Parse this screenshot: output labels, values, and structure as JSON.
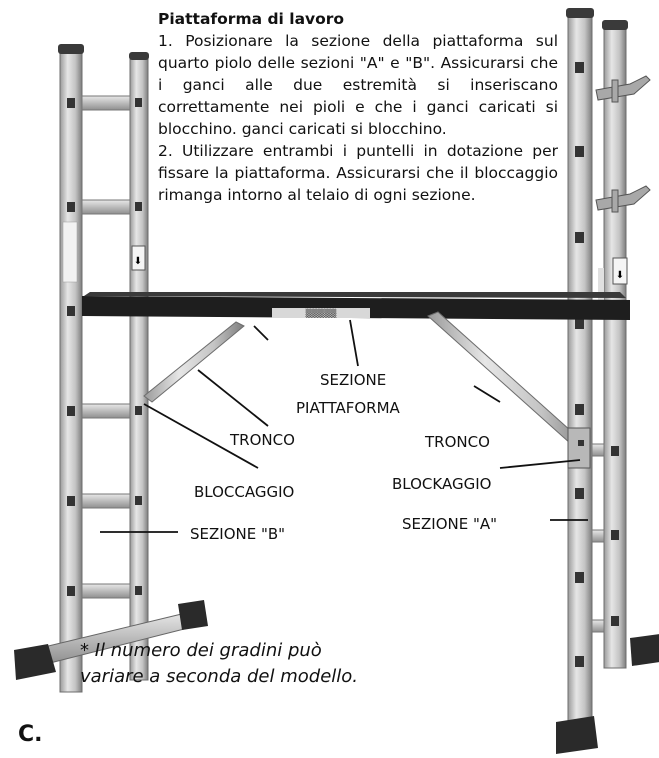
{
  "instructions": {
    "heading": "Piattaforma di lavoro",
    "step1": "1. Posizionare la sezione della piattaforma sul quarto piolo delle sezioni \"A\" e \"B\". Assicurarsi che i ganci alle due estremità si inseriscano correttamente nei pioli e che i ganci caricati si blocchino. ganci caricati si blocchino.",
    "step2": "2. Utilizzare entrambi i puntelli in dotazione per fissare la piattaforma. Assicurarsi che il bloccaggio rimanga intorno  al telaio di ogni sezione."
  },
  "labels": {
    "platform_line1": "SEZIONE",
    "platform_line2": "PIATTAFORMA",
    "tronco_left": "TRONCO",
    "tronco_right": "TRONCO",
    "bloccaggio": "BLOCCAGGIO",
    "blockaggio": "BLOCKAGGIO",
    "sezione_b": "SEZIONE \"B\"",
    "sezione_a": "SEZIONE \"A\""
  },
  "note": "* Il numero dei gradini può variare a seconda del modello.",
  "figure_letter": "C.",
  "colors": {
    "aluminium": "#c9c9c9",
    "aluminium_dark": "#8c8c8c",
    "platform": "#1e1e1e",
    "feet": "#2a2a2a"
  }
}
